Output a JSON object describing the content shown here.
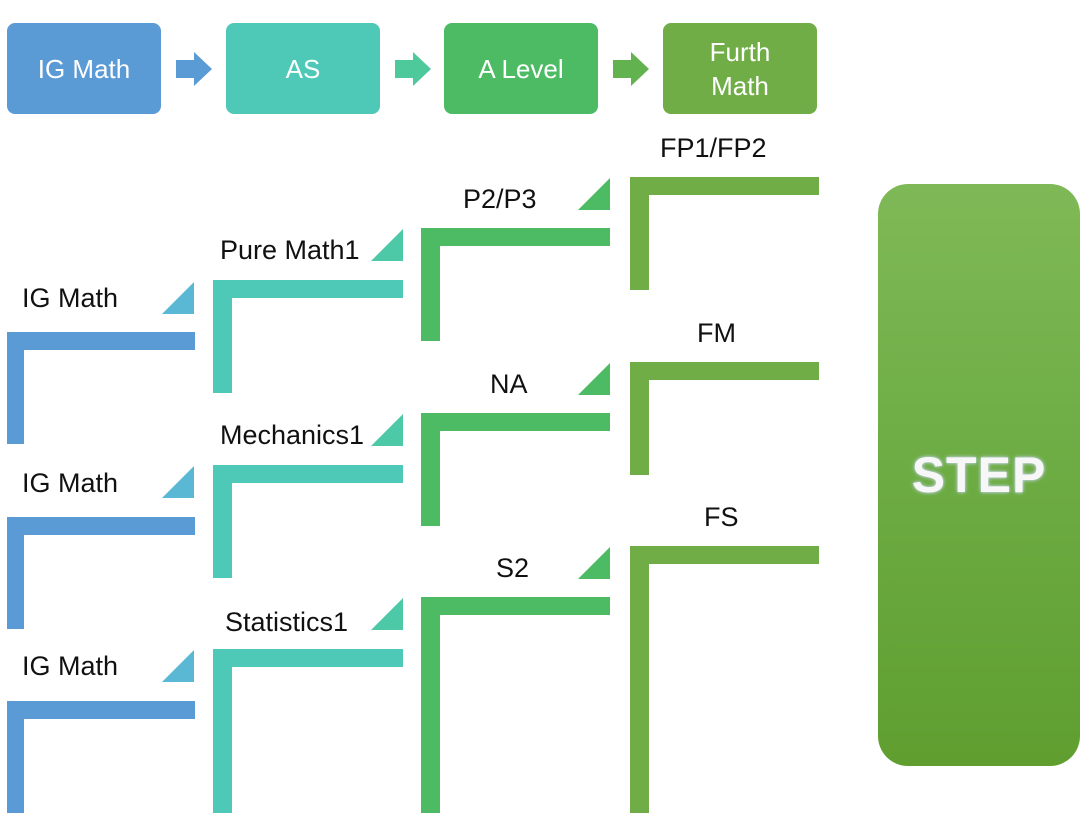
{
  "colors": {
    "blue": "#5b9bd5",
    "teal": "#4ec9b8",
    "green": "#4cbb63",
    "olive": "#70ad47"
  },
  "header": {
    "stages": [
      {
        "label": "IG Math"
      },
      {
        "label": "AS"
      },
      {
        "label": "A Level"
      },
      {
        "label": "Furth\nMath"
      }
    ]
  },
  "ladders": {
    "ig": [
      "IG Math",
      "IG Math",
      "IG Math"
    ],
    "as": [
      "Pure Math1",
      "Mechanics1",
      "Statistics1"
    ],
    "alevel": [
      "P2/P3",
      "NA",
      "S2"
    ],
    "further": [
      "FP1/FP2",
      "FM",
      "FS"
    ]
  },
  "step": {
    "label": "STEP"
  }
}
